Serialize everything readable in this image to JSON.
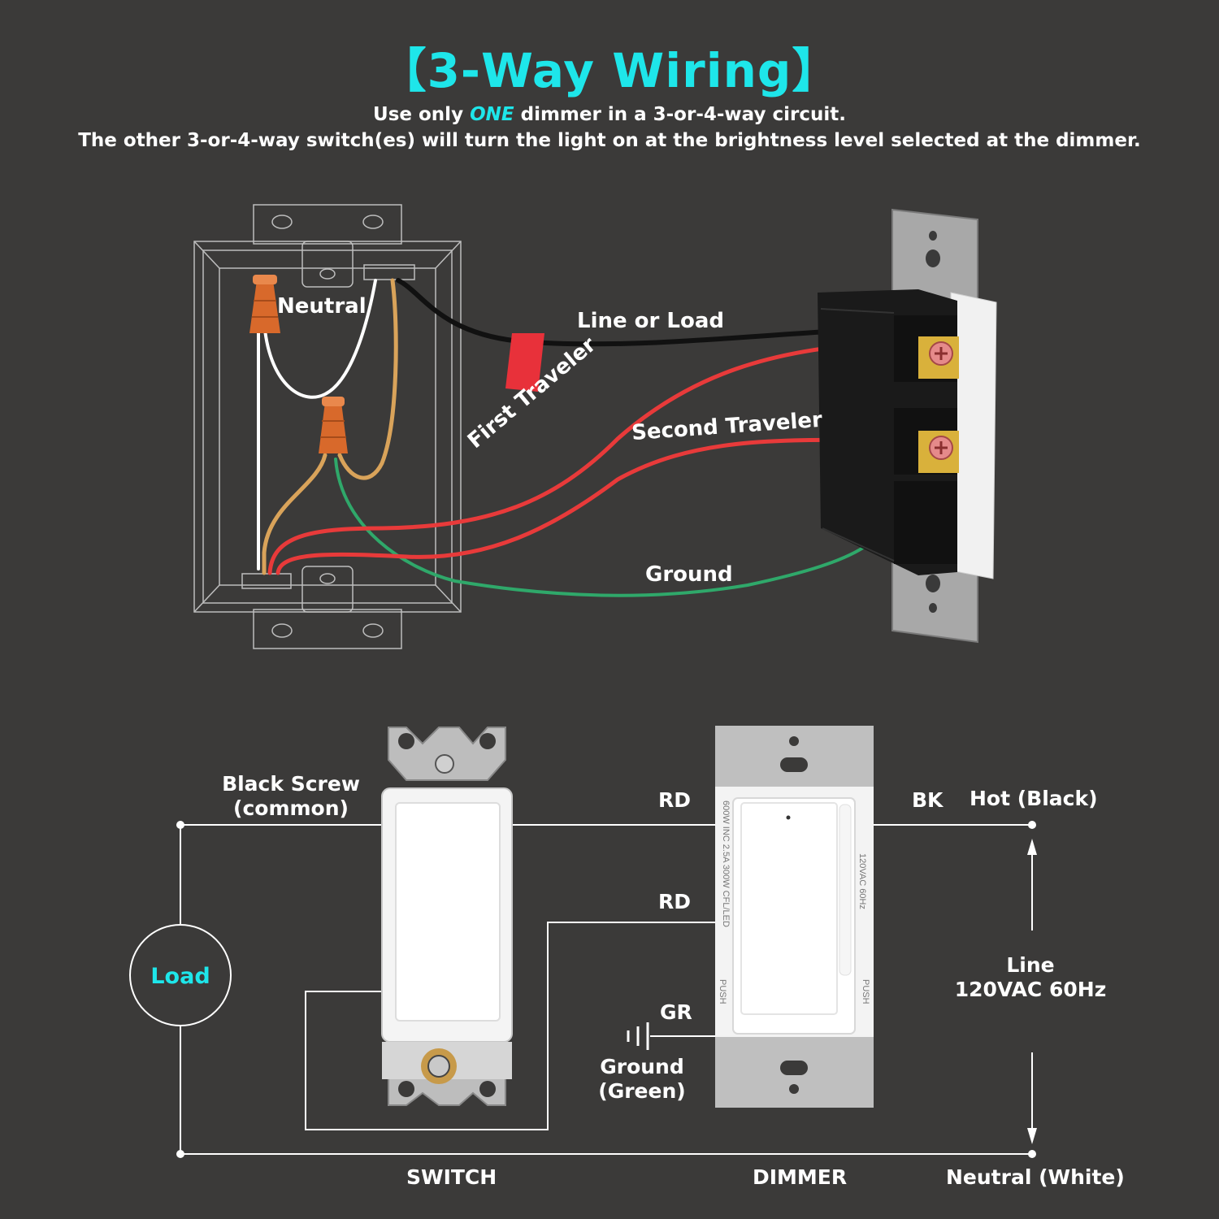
{
  "title": "【3-Way Wiring】",
  "subtitle": {
    "line1_prefix": "Use only ",
    "line1_emphasis": "ONE",
    "line1_suffix": " dimmer in a 3-or-4-way circuit.",
    "line2": "The other 3-or-4-way switch(es) will turn the light on at the brightness level selected at the dimmer."
  },
  "top_diagram": {
    "neutral": "Neutral",
    "line_or_load": "Line or Load",
    "first_traveler": "First Traveler",
    "second_traveler": "Second Traveler",
    "ground": "Ground"
  },
  "schematic": {
    "black_screw_1": "Black Screw",
    "black_screw_2": "(common)",
    "rd_top": "RD",
    "rd_mid": "RD",
    "gr": "GR",
    "bk": "BK",
    "hot": "Hot (Black)",
    "line_1": "Line",
    "line_2": "120VAC 60Hz",
    "ground_1": "Ground",
    "ground_2": "(Green)",
    "load": "Load",
    "switch": "SWITCH",
    "dimmer": "DIMMER",
    "neutral": "Neutral (White)"
  },
  "dimmer_markings": {
    "rating_left": "600W INC  2.5A 300W CFL/LED",
    "rating_right": "120VAC 60Hz",
    "push": "PUSH"
  },
  "colors": {
    "background": "#3b3a39",
    "accent": "#1ee6ea",
    "line_wire": "#111111",
    "traveler_wire": "#e83a3a",
    "ground_wire": "#2fa86a",
    "neutral_wire": "#ffffff",
    "bare_wire": "#d9a35a",
    "wire_nut": "#d8692b"
  },
  "icons": [
    "ground-symbol-icon",
    "wire-nut-icon",
    "screw-terminal-icon"
  ]
}
